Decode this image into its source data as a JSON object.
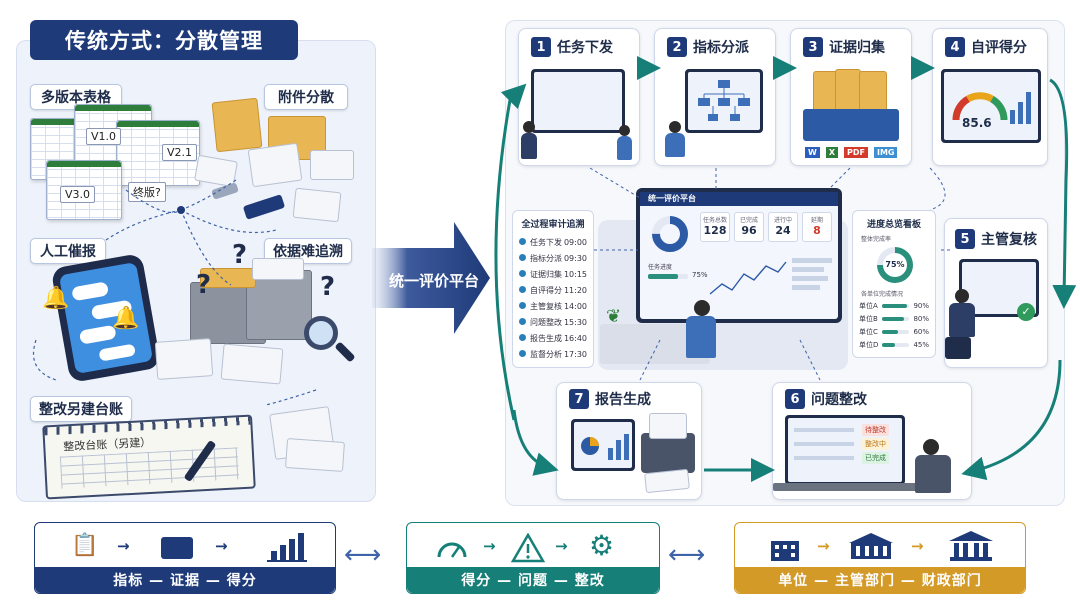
{
  "left": {
    "title": "传统方式：分散管理",
    "labels": {
      "multi_version": "多版本表格",
      "attachments": "附件分散",
      "manual_urging": "人工催报",
      "hard_trace": "依据难追溯",
      "rectify_ledger": "整改另建台账"
    },
    "versions": [
      "V1.0",
      "V2.1",
      "V3.0",
      "终版?"
    ],
    "notebook_title": "整改台账（另建）"
  },
  "center": {
    "arrow_label": "统一评价平台"
  },
  "steps": [
    {
      "num": "1",
      "label": "任务下发"
    },
    {
      "num": "2",
      "label": "指标分派"
    },
    {
      "num": "3",
      "label": "证据归集"
    },
    {
      "num": "4",
      "label": "自评得分"
    },
    {
      "num": "5",
      "label": "主管复核"
    },
    {
      "num": "6",
      "label": "问题整改"
    },
    {
      "num": "7",
      "label": "报告生成"
    }
  ],
  "gauge_value": "85.6",
  "platform": {
    "title": "统一评价平台",
    "kpis": [
      {
        "label": "任务总数",
        "value": "128"
      },
      {
        "label": "已完成",
        "value": "96"
      },
      {
        "label": "进行中",
        "value": "24"
      },
      {
        "label": "延期",
        "value": "8"
      }
    ],
    "progress_label": "任务进度",
    "progress_value": "75%"
  },
  "audit": {
    "title": "全过程审计追溯",
    "rows": [
      {
        "label": "任务下发",
        "time": "09:00"
      },
      {
        "label": "指标分派",
        "time": "09:30"
      },
      {
        "label": "证据归集",
        "time": "10:15"
      },
      {
        "label": "自评得分",
        "time": "11:20"
      },
      {
        "label": "主管复核",
        "time": "14:00"
      },
      {
        "label": "问题整改",
        "time": "15:30"
      },
      {
        "label": "报告生成",
        "time": "16:40"
      },
      {
        "label": "监督分析",
        "time": "17:30"
      }
    ]
  },
  "board": {
    "title": "进度总览看板",
    "overall_label": "整体完成率",
    "overall_value": "75%",
    "overall_fraction": 0.75,
    "sub_label": "各单位完成情况",
    "units": [
      {
        "name": "单位A",
        "value": "90%",
        "fraction": 0.9
      },
      {
        "name": "单位B",
        "value": "80%",
        "fraction": 0.8
      },
      {
        "name": "单位C",
        "value": "60%",
        "fraction": 0.6
      },
      {
        "name": "单位D",
        "value": "45%",
        "fraction": 0.45
      }
    ]
  },
  "rectify_tags": [
    "待整改",
    "整改中",
    "已完成"
  ],
  "bottom": [
    {
      "caption": "指标 — 证据 — 得分",
      "color": "#1e3a78"
    },
    {
      "caption": "得分 — 问题 — 整改",
      "color": "#157f78"
    },
    {
      "caption": "单位 — 主管部门 — 财政部门",
      "color": "#d39a28"
    }
  ],
  "file_types": [
    "W",
    "X",
    "PDF",
    "IMG"
  ]
}
